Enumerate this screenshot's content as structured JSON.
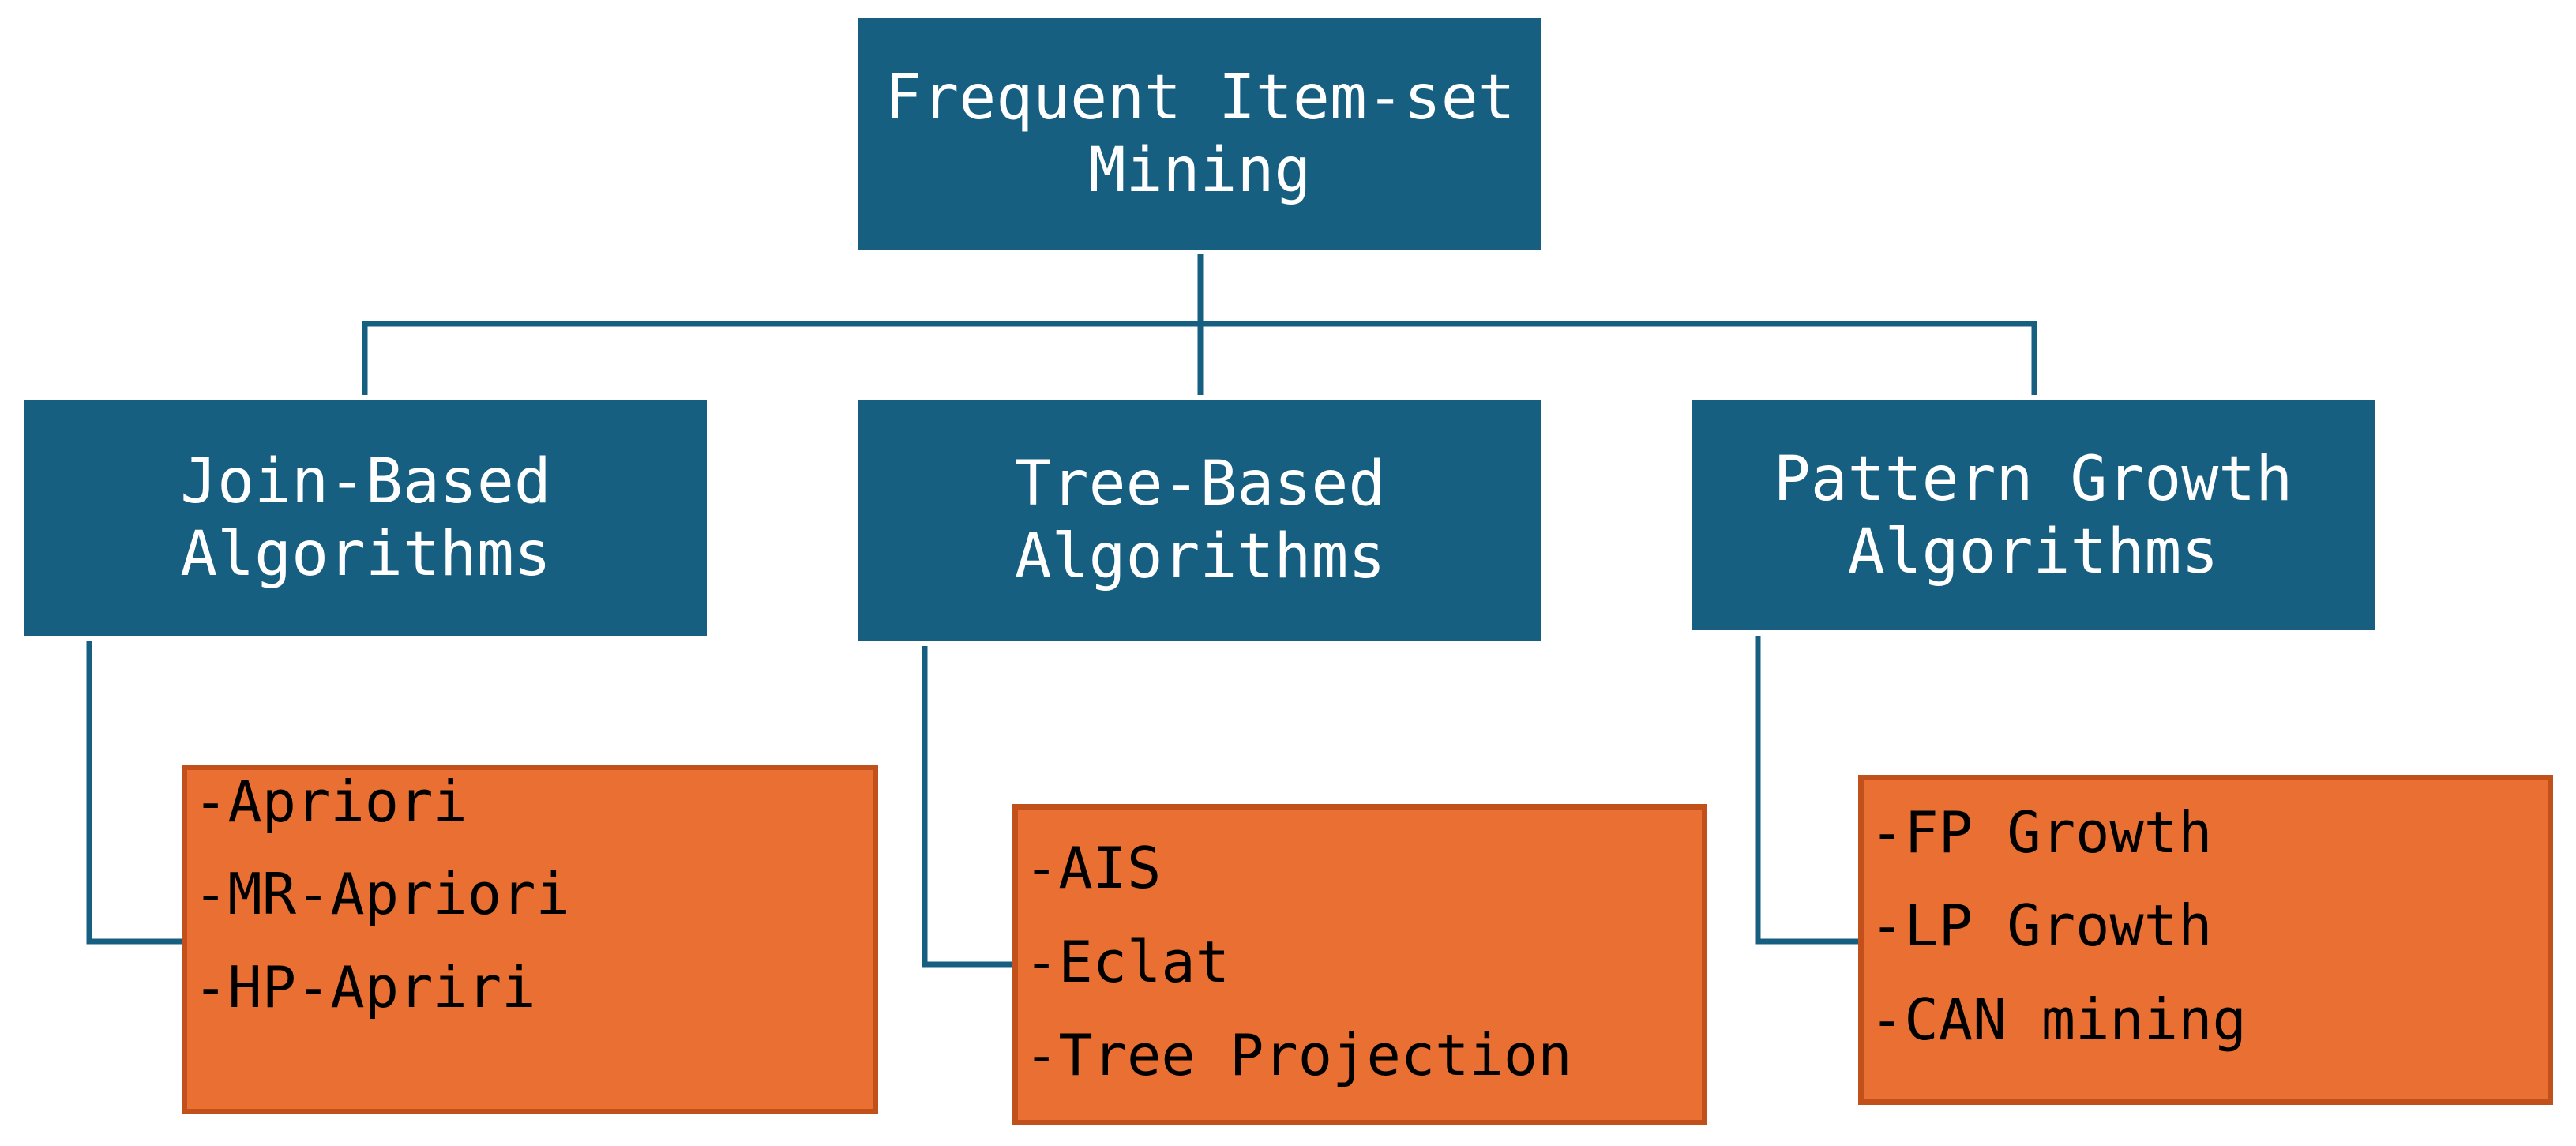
{
  "diagram": {
    "root": {
      "line1": "Frequent Item-set",
      "line2": "Mining"
    },
    "categories": [
      {
        "line1": "Join-Based",
        "line2": "Algorithms",
        "items": [
          "-Apriori",
          "-MR-Apriori",
          "-HP-Apriri"
        ]
      },
      {
        "line1": "Tree-Based",
        "line2": "Algorithms",
        "items": [
          "-AIS",
          "-Eclat",
          "-Tree Projection"
        ]
      },
      {
        "line1": "Pattern Growth",
        "line2": "Algorithms",
        "items": [
          "-FP Growth",
          "-LP Growth",
          "-CAN mining"
        ]
      }
    ],
    "colors": {
      "header_fill": "#175f80",
      "item_fill": "#e96f32",
      "item_border": "#c1501b",
      "connector": "#175f80"
    }
  }
}
